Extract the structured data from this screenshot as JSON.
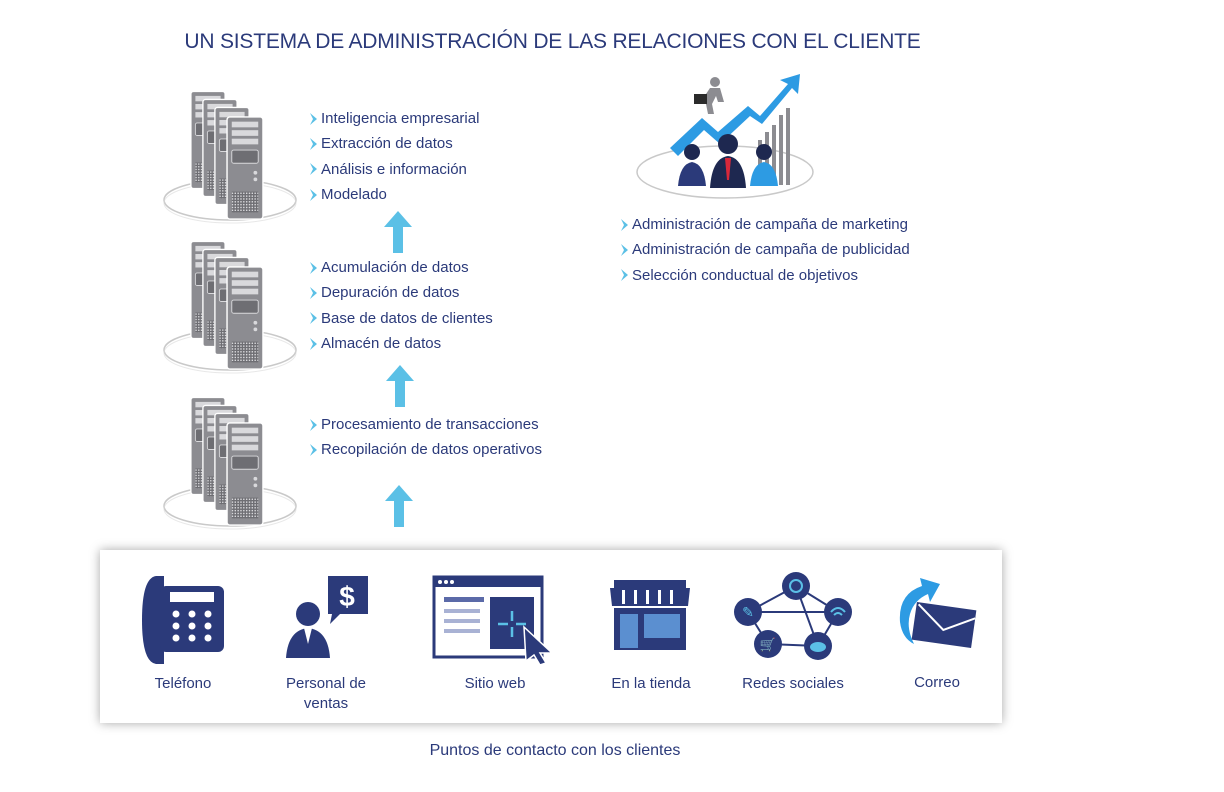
{
  "title": "UN SISTEMA DE ADMINISTRACIÓN DE LAS RELACIONES CON EL CLIENTE",
  "tiers": [
    {
      "items": [
        "Inteligencia empresarial",
        "Extracción de datos",
        "Análisis e información",
        "Modelado"
      ]
    },
    {
      "items": [
        "Acumulación de datos",
        "Depuración de datos",
        "Base de datos de clientes",
        "Almacén de datos"
      ]
    },
    {
      "items": [
        "Procesamiento de transacciones",
        "Recopilación de datos operativos"
      ]
    }
  ],
  "marketing": {
    "items": [
      "Administración de campaña de marketing",
      "Administración de campaña de publicidad",
      "Selección conductual de objetivos"
    ]
  },
  "touchpoints": [
    {
      "label": "Teléfono",
      "icon": "telephone-icon"
    },
    {
      "label": "Personal de ventas",
      "icon": "salesperson-icon"
    },
    {
      "label": "Sitio web",
      "icon": "website-icon"
    },
    {
      "label": "En la tienda",
      "icon": "store-icon"
    },
    {
      "label": "Redes sociales",
      "icon": "social-network-icon"
    },
    {
      "label": "Correo",
      "icon": "email-icon"
    }
  ],
  "footer": "Puntos de contacto con los clientes",
  "colors": {
    "navy": "#2b3a7a",
    "arrow": "#5bc0e6",
    "server": "#8c8c91",
    "bluebright": "#2d9be3"
  }
}
